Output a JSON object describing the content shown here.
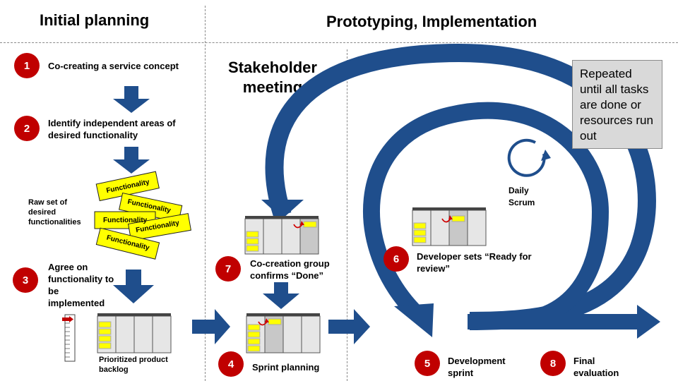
{
  "headers": {
    "left": "Initial planning",
    "right": "Prototyping, Implementation",
    "stakeholder": "Stakeholder\nmeeting"
  },
  "steps": [
    {
      "num": "1",
      "text": "Co-creating a service concept"
    },
    {
      "num": "2",
      "text": "Identify independent areas of desired functionality"
    },
    {
      "num": "3",
      "text": "Agree on functionality to be implemented"
    },
    {
      "num": "4",
      "text": "Sprint planning"
    },
    {
      "num": "5",
      "text": "Development sprint"
    },
    {
      "num": "6",
      "text": "Developer sets “Ready for review”"
    },
    {
      "num": "7",
      "text": "Co-creation group confirms “Done”"
    },
    {
      "num": "8",
      "text": "Final evaluation"
    }
  ],
  "labels": {
    "raw_set": "Raw set of desired functionalities",
    "backlog": "Prioritized product backlog",
    "daily_scrum": "Daily Scrum",
    "repeated": "Repeated until all tasks are done or resources run out",
    "functionality": "Functionality"
  },
  "colors": {
    "arrow_blue": "#1f4e8c",
    "badge_red": "#c00000",
    "sticky_yellow": "#ffff00",
    "board_gray": "#e6e6e6",
    "board_done_gray": "#c8c8c8",
    "repeat_box": "#d9d9d9"
  }
}
